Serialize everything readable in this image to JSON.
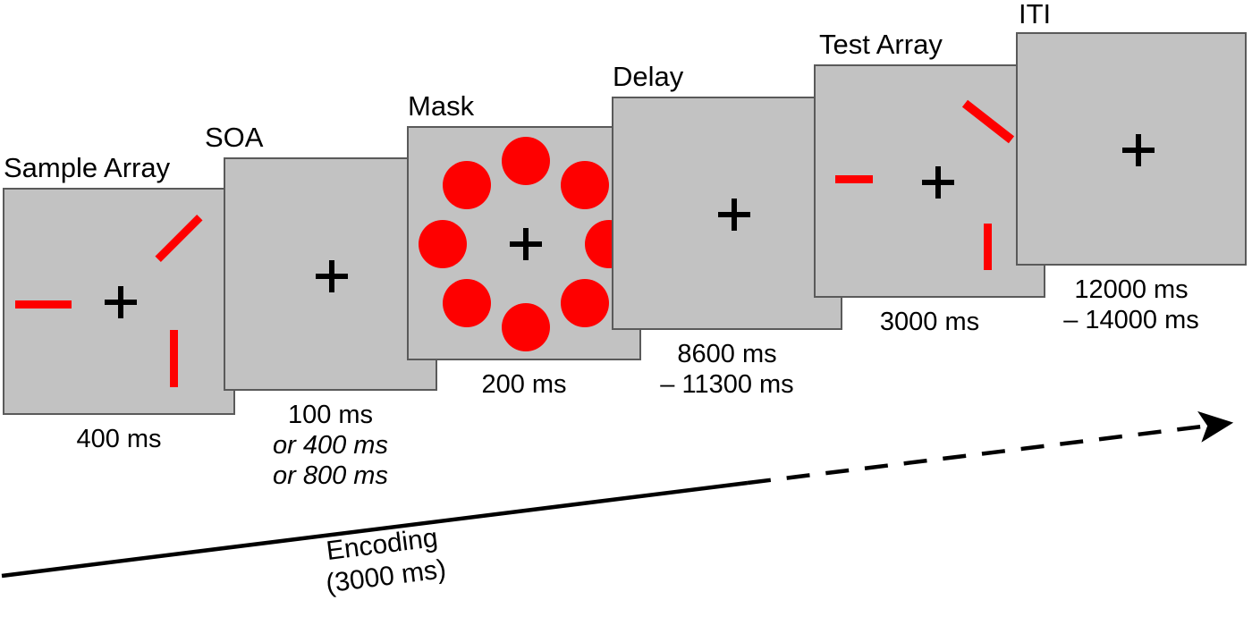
{
  "figure": {
    "title": "Experimental trial sequence diagram",
    "background_color": "#ffffff",
    "panel_fill_color": "#c2c2c2",
    "panel_border_color": "#5a5a5a",
    "stimulus_color": "#fe0000",
    "fixation_color": "#000000"
  },
  "panels": [
    {
      "id": "sample-array",
      "label": "Sample Array",
      "duration": "400 ms",
      "duration_lines": [
        "400 ms"
      ],
      "stimuli": [
        {
          "type": "bar",
          "orientation": "horizontal",
          "position": "left"
        },
        {
          "type": "bar",
          "orientation": "diagonal-45",
          "position": "upper-right"
        },
        {
          "type": "bar",
          "orientation": "vertical",
          "position": "lower-right"
        }
      ],
      "has_fixation": true
    },
    {
      "id": "soa",
      "label": "SOA",
      "duration": "100 ms or 400 ms or 800 ms",
      "duration_lines": [
        "100 ms",
        "or 400 ms",
        "or 800 ms"
      ],
      "stimuli": [],
      "has_fixation": true
    },
    {
      "id": "mask",
      "label": "Mask",
      "duration": "200 ms",
      "duration_lines": [
        "200 ms"
      ],
      "stimuli": [
        {
          "type": "circle",
          "count": 8,
          "arrangement": "ring"
        }
      ],
      "has_fixation": true
    },
    {
      "id": "delay",
      "label": "Delay",
      "duration": "8600 ms – 11300 ms",
      "duration_lines": [
        "8600 ms",
        "– 11300 ms"
      ],
      "stimuli": [],
      "has_fixation": true
    },
    {
      "id": "test-array",
      "label": "Test Array",
      "duration": "3000 ms",
      "duration_lines": [
        "3000 ms"
      ],
      "stimuli": [
        {
          "type": "bar",
          "orientation": "horizontal",
          "position": "left"
        },
        {
          "type": "bar",
          "orientation": "diagonal-45",
          "position": "upper-right"
        },
        {
          "type": "bar",
          "orientation": "vertical",
          "position": "lower-right"
        }
      ],
      "has_fixation": true
    },
    {
      "id": "iti",
      "label": "ITI",
      "duration": "12000 ms – 14000 ms",
      "duration_lines": [
        "12000 ms",
        "– 14000 ms"
      ],
      "stimuli": [],
      "has_fixation": true
    }
  ],
  "timeline": {
    "arrow_direction": "up-right",
    "style": "solid-then-dashed-with-arrowhead",
    "caption_line1": "Encoding",
    "caption_line2": "(3000 ms)"
  }
}
